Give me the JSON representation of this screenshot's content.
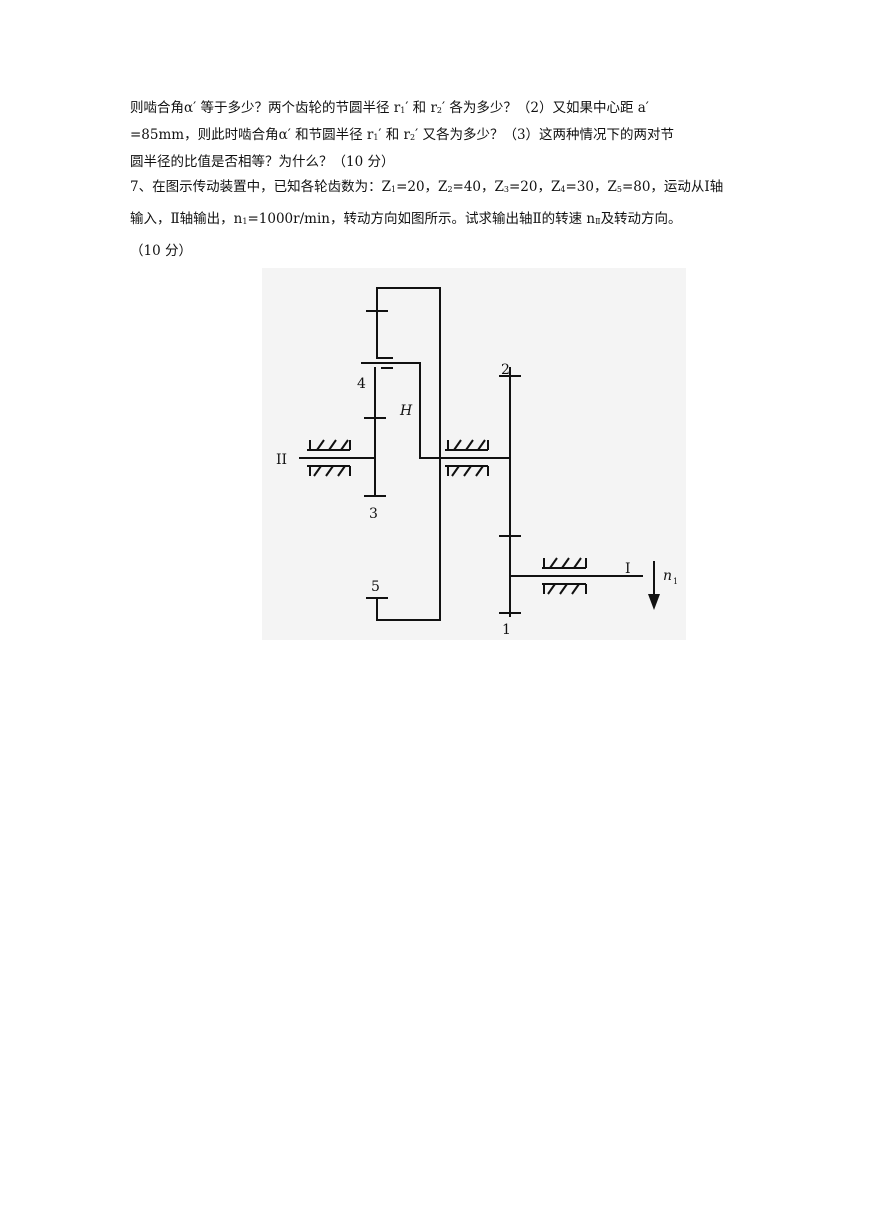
{
  "problem6_tail": {
    "line1": "则啮合角α′ 等于多少？两个齿轮的节圆半径 r",
    "line1_sub1": "1",
    "line1_b": "′ 和 r",
    "line1_sub2": "2",
    "line1_c": "′ 各为多少？（2）又如果中心距 a′",
    "line2": "=85mm，则此时啮合角α′ 和节圆半径 r",
    "line2_sub1": "1",
    "line2_b": "′ 和 r",
    "line2_sub2": "2",
    "line2_c": "′ 又各为多少？（3）这两种情况下的两对节",
    "line3": "圆半径的比值是否相等？为什么？（10 分）"
  },
  "problem7": {
    "a": "7、在图示传动装置中，已知各轮齿数为：Z",
    "s1": "1",
    "b": "=20，Z",
    "s2": "2",
    "c": "=40，Z",
    "s3": "3",
    "d": "=20，Z",
    "s4": "4",
    "e": "=30，Z",
    "s5": "5",
    "f": "=80，运动从Ⅰ轴",
    "g": "输入，Ⅱ轴输出，n",
    "s6": "1",
    "h": "=1000r/min，转动方向如图所示。试求输出轴Ⅱ的转速 n",
    "s7": "Ⅱ",
    "i": "及转动方向。",
    "j": "（10 分）"
  },
  "figure": {
    "label_gear2": "2",
    "label_gear4": "4",
    "label_carrier": "H",
    "label_shaft2": "II",
    "label_gear3": "3",
    "label_gear5": "5",
    "label_gear1": "1",
    "label_shaft1": "I",
    "label_speed": "n",
    "label_speed_sub": "1"
  }
}
